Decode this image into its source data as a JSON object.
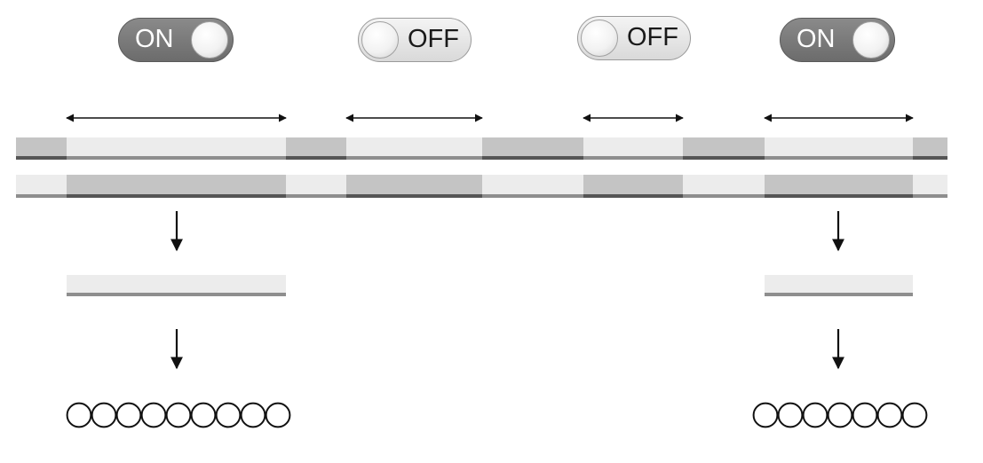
{
  "toggles": [
    {
      "state": "on",
      "label": "ON"
    },
    {
      "state": "off",
      "label": "OFF"
    },
    {
      "state": "off",
      "label": "OFF"
    },
    {
      "state": "on",
      "label": "ON"
    }
  ],
  "colors": {
    "track_light": "#ececec",
    "track_dark": "#c4c4c4",
    "track_edge_light": "#8e8e8e",
    "track_edge_dark": "#555555",
    "arrow": "#111111",
    "bead_stroke": "#111111"
  },
  "segments": {
    "row1": [
      "dark",
      "light",
      "dark",
      "light",
      "dark",
      "light",
      "dark",
      "light",
      "dark"
    ],
    "row2": [
      "light",
      "dark",
      "light",
      "dark",
      "light",
      "dark",
      "light",
      "dark",
      "light"
    ]
  },
  "outputs": [
    {
      "bead_count": 9
    },
    {
      "bead_count": 7
    }
  ]
}
